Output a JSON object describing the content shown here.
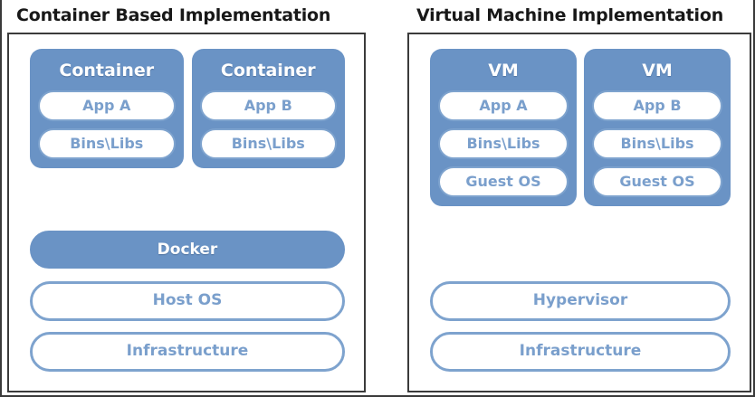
{
  "diagram": {
    "type": "comparison-diagram",
    "panels": [
      {
        "id": "container",
        "title": "Container Based Implementation",
        "guests": [
          {
            "header": "Container",
            "items": [
              "App A",
              "Bins\\Libs"
            ]
          },
          {
            "header": "Container",
            "items": [
              "App B",
              "Bins\\Libs"
            ]
          }
        ],
        "layers": [
          {
            "label": "Docker",
            "style": "solid"
          },
          {
            "label": "Host OS",
            "style": "outline"
          },
          {
            "label": "Infrastructure",
            "style": "outline"
          }
        ]
      },
      {
        "id": "virtual-machine",
        "title": "Virtual Machine Implementation",
        "guests": [
          {
            "header": "VM",
            "items": [
              "App A",
              "Bins\\Libs",
              "Guest OS"
            ]
          },
          {
            "header": "VM",
            "items": [
              "App B",
              "Bins\\Libs",
              "Guest OS"
            ]
          }
        ],
        "layers": [
          {
            "label": "Hypervisor",
            "style": "outline"
          },
          {
            "label": "Infrastructure",
            "style": "outline"
          }
        ]
      }
    ]
  },
  "colors": {
    "accent_blue": "#6a93c5",
    "pill_border": "#7ea3ce",
    "pill_text": "#7a9fcc",
    "panel_border": "#3b3b3b",
    "title_text": "#181818",
    "background": "#ffffff"
  }
}
